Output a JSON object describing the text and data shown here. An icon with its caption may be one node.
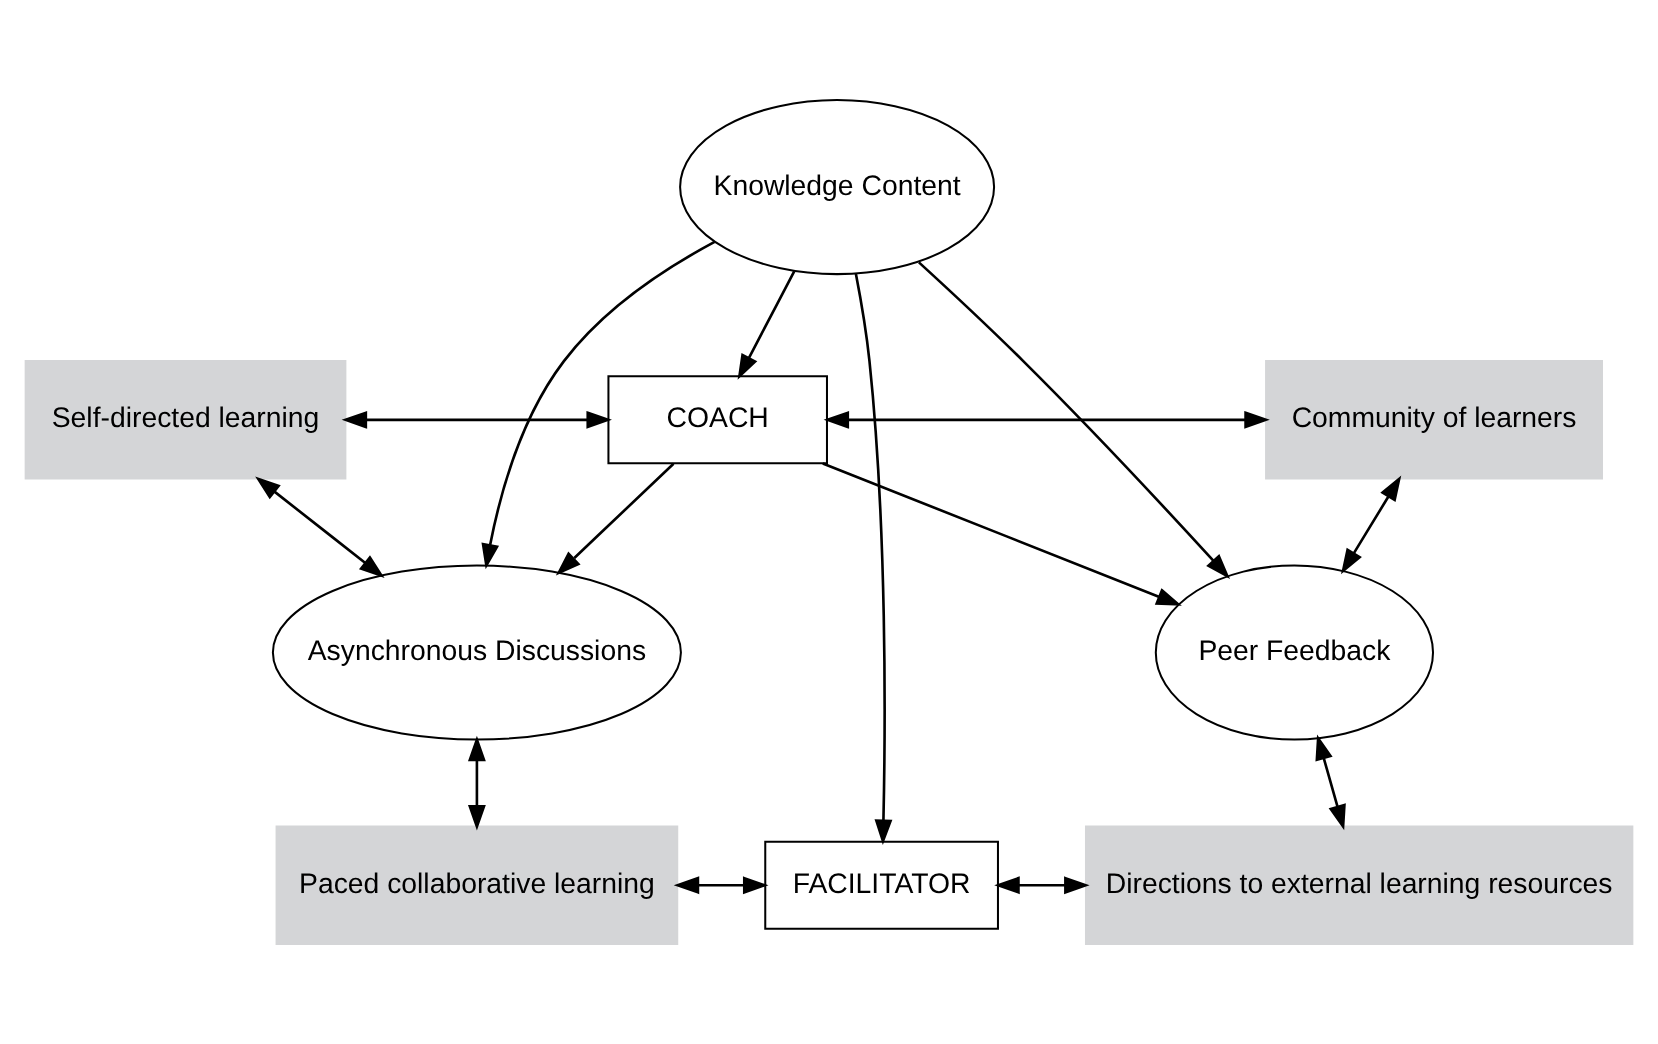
{
  "diagram": {
    "nodes": [
      {
        "text": [
          "Self-directed learning"
        ]
      },
      {
        "text": [
          "COACH"
        ]
      },
      {
        "text": [
          "Community of learners"
        ]
      },
      {
        "text": [
          "Asynchronous Discussions"
        ]
      },
      {
        "text": [
          "Peer Feedback"
        ]
      },
      {
        "text": [
          "Knowledge Content"
        ]
      },
      {
        "text": [
          "Paced collaborative learning"
        ]
      },
      {
        "text": [
          "Directions to external learning resources"
        ]
      },
      {
        "text": [
          "FACILITATOR"
        ]
      }
    ],
    "edges": [
      {
        "from": 0,
        "to": 1,
        "arrow": "both"
      },
      {
        "from": 1,
        "to": 2,
        "arrow": "both"
      },
      {
        "from": 1,
        "to": 3,
        "arrow": "to"
      },
      {
        "from": 1,
        "to": 4,
        "arrow": "to"
      },
      {
        "from": 0,
        "to": 3,
        "arrow": "both"
      },
      {
        "from": 2,
        "to": 4,
        "arrow": "both"
      },
      {
        "from": 5,
        "to": 1,
        "arrow": "to"
      },
      {
        "from": 5,
        "to": 3,
        "arrow": "to"
      },
      {
        "from": 5,
        "to": 4,
        "arrow": "to"
      },
      {
        "from": 3,
        "to": 6,
        "arrow": "both"
      },
      {
        "from": 4,
        "to": 7,
        "arrow": "both"
      },
      {
        "from": 5,
        "to": 8,
        "arrow": "to"
      },
      {
        "from": 6,
        "to": 8,
        "arrow": "both"
      },
      {
        "from": 8,
        "to": 7,
        "arrow": "both"
      }
    ]
  }
}
